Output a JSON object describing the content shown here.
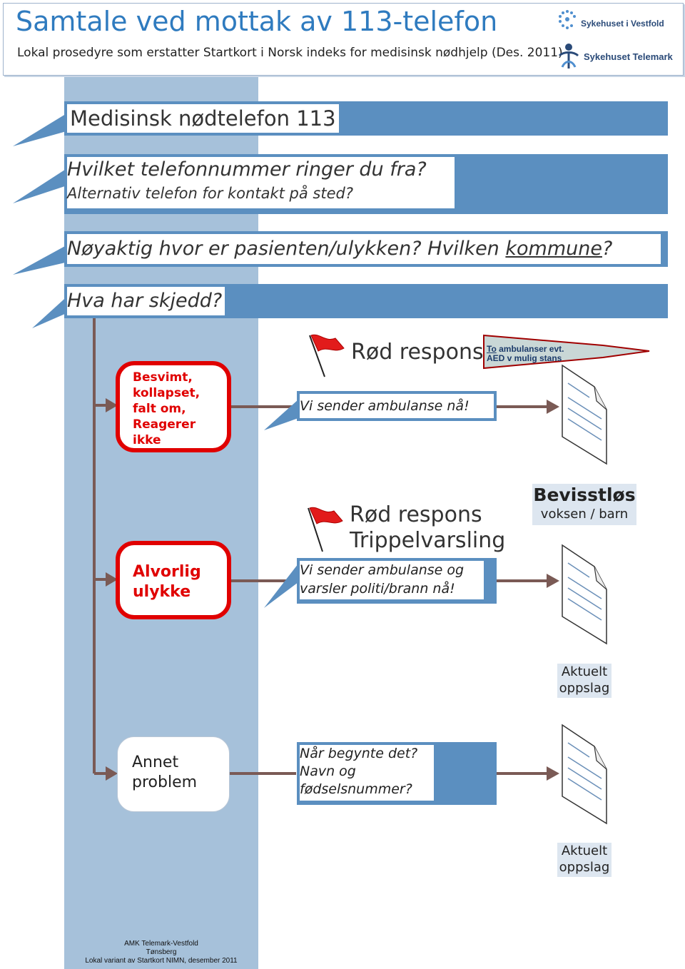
{
  "header": {
    "title": "Samtale ved mottak av 113-telefon",
    "subtitle": "Lokal prosedyre som erstatter Startkort i Norsk indeks for medisinsk nødhjelp (Des. 2011)",
    "logo1": "Sykehuset i Vestfold",
    "logo2": "Sykehuset Telemark"
  },
  "questions": {
    "q1": "Medisinsk nødtelefon 113",
    "q2_line1": "Hvilket telefonnummer ringer du fra?",
    "q2_line2": "Alternativ telefon for kontakt på sted?",
    "q3_prefix": "Nøyaktig hvor er pasienten/ulykken? Hvilken ",
    "q3_underlined": "kommune",
    "q3_suffix": "?",
    "q4": "Hva har skjedd?"
  },
  "cases": [
    {
      "category": [
        "Besvimt,",
        "kollapset,",
        "falt om,",
        "Reagerer",
        "ikke"
      ],
      "response": "Rød respons",
      "message": "Vi sender ambulanse nå!",
      "callout_line1_underlined": "To",
      "callout_line1_rest": " ambulanser evt.",
      "callout_line2": "AED v mulig stans"
    },
    {
      "category": [
        "Alvorlig",
        "ulykke"
      ],
      "response_line1": "Rød respons",
      "response_line2": "Trippelvarsling",
      "message_line1": "Vi sender ambulanse og",
      "message_line2": "varsler politi/brann nå!",
      "tag_title": "Bevisstløs",
      "tag_sub": "voksen / barn"
    },
    {
      "category": [
        "Annet",
        "problem"
      ],
      "message_line1": "Når begynte det?",
      "message_line2": "Navn og",
      "message_line3": "fødselsnummer?",
      "tag_line1": "Aktuelt",
      "tag_line2": "oppslag"
    }
  ],
  "aktuelt_tag_1": {
    "line1": "Aktuelt",
    "line2": "oppslag"
  },
  "footer": {
    "line1": "AMK Telemark-Vestfold",
    "line2": "Tønsberg",
    "line3": "Lokal variant av Startkort NIMN, desember 2011"
  },
  "colors": {
    "title_blue": "#2f7bbf",
    "bar_blue": "#5b8fc0",
    "band_blue": "#a6c1da",
    "alert_red": "#e00000",
    "arrow_brown": "#7a5a55"
  },
  "icons": [
    "red-flag-icon",
    "document-icon",
    "flow-arrow-icon"
  ]
}
